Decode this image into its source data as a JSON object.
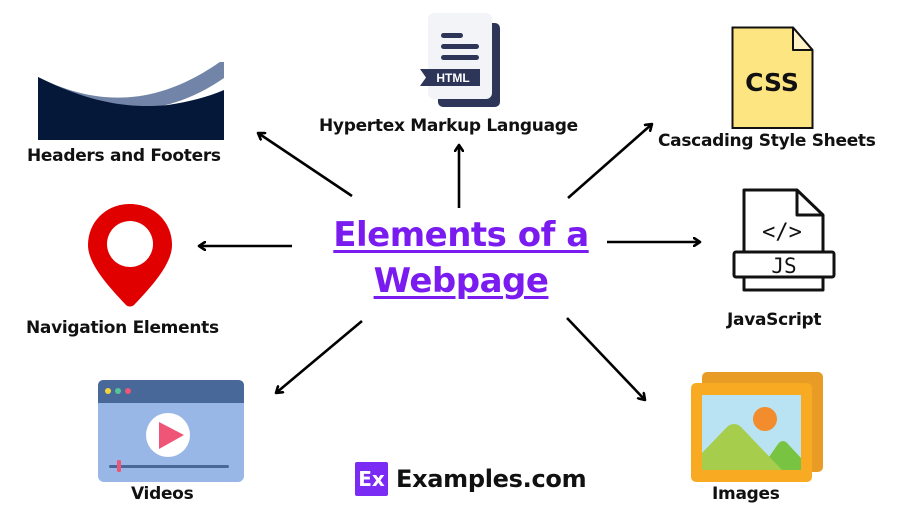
{
  "title": {
    "line1": "Elements of a",
    "line2": "Webpage"
  },
  "colors": {
    "title": "#7a1cf0",
    "brand": "#7a2cf5",
    "nav_pin": "#e00000",
    "css_file": "#fde581",
    "header_dark": "#06183a",
    "header_light": "#7285a8"
  },
  "nodes": [
    {
      "id": "headers-footers",
      "label": "Headers and Footers",
      "icon": "wave-banner-icon"
    },
    {
      "id": "html",
      "label": "Hypertex Markup Language",
      "icon": "html-file-icon",
      "icon_text": "HTML"
    },
    {
      "id": "css",
      "label": "Cascading Style Sheets",
      "icon": "css-file-icon",
      "icon_text": "CSS"
    },
    {
      "id": "navigation",
      "label": "Navigation Elements",
      "icon": "map-pin-icon"
    },
    {
      "id": "javascript",
      "label": "JavaScript",
      "icon": "js-file-icon",
      "icon_text": "JS",
      "icon_code": "</>"
    },
    {
      "id": "videos",
      "label": "Videos",
      "icon": "video-player-icon"
    },
    {
      "id": "images",
      "label": "Images",
      "icon": "image-gallery-icon"
    }
  ],
  "brand": {
    "badge": "Ex",
    "name": "Examples.com"
  }
}
